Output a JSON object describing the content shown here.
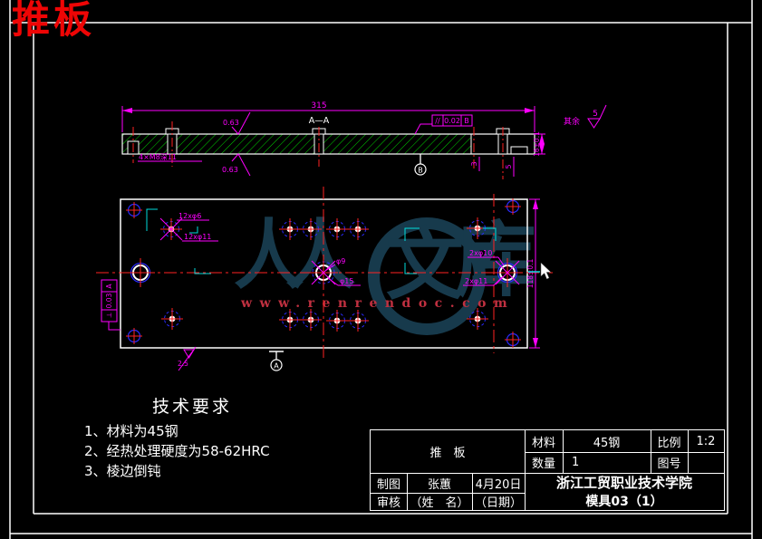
{
  "overlay": {
    "title": "推板"
  },
  "watermark": {
    "left": "人人",
    "mid": "文",
    "right": "库",
    "url": "www.renrendoc.com"
  },
  "general_note": {
    "prefix": "其余",
    "roughness": "5"
  },
  "section_view": {
    "label": "A—A",
    "dim_length": "315",
    "dim_height": "16±0.1",
    "dim_step_small": "3",
    "dim_step_large": "5",
    "roughness_top": "0.63",
    "roughness_bottom": "0.63",
    "fcf_symbol": "//",
    "fcf_value": "0.02",
    "fcf_datum": "B",
    "datum": "B",
    "thread_note": "4×M8深11"
  },
  "plan_view": {
    "dim_width": "118±0.1",
    "label_cb_small": "12xφ6",
    "label_cb_large": "12xφ11",
    "label_center_small": "φ9",
    "label_center_large": "φ15",
    "label_pair_small": "2xφ10",
    "label_pair_large": "2xφ11",
    "fcf_symbol": "⊥",
    "fcf_value": "0.03",
    "fcf_datum": "A",
    "datum": "A",
    "roughness_edge": "2.5"
  },
  "tech_requirements": {
    "title": "技术要求",
    "items": [
      "1、材料为45钢",
      "2、经热处理硬度为58-62HRC",
      "3、棱边倒钝"
    ]
  },
  "title_block": {
    "part_name": "推　板",
    "material_label": "材料",
    "material_value": "45钢",
    "scale_label": "比例",
    "scale_value": "1:2",
    "qty_label": "数量",
    "qty_value": "1",
    "fig_label": "图号",
    "fig_value": "",
    "draft_label": "制图",
    "draft_name": "张蕙",
    "draft_date": "4月20日",
    "check_label": "审核",
    "check_name": "（姓　名）",
    "check_date": "（日期）",
    "org_line1": "浙江工贸职业技术学院",
    "org_line2": "模具03（1）"
  }
}
